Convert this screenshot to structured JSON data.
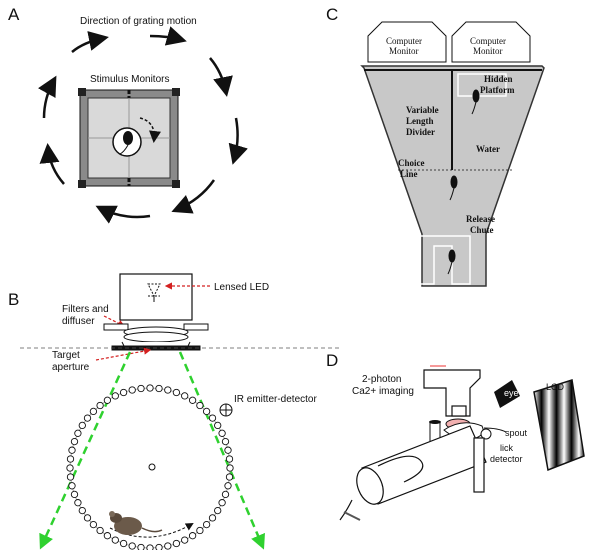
{
  "panels": {
    "a": {
      "letter": "A",
      "grating_label": "Direction of grating motion",
      "monitors_label": "Stimulus Monitors"
    },
    "b": {
      "letter": "B",
      "led_label": "Lensed LED",
      "filters_label_1": "Filters and",
      "filters_label_2": "diffuser",
      "aperture_label_1": "Target",
      "aperture_label_2": "aperture",
      "ir_label": "IR emitter-detector"
    },
    "c": {
      "letter": "C",
      "monitor_left_1": "Computer",
      "monitor_left_2": "Monitor",
      "monitor_right_1": "Computer",
      "monitor_right_2": "Monitor",
      "platform_1": "Hidden",
      "platform_2": "Platform",
      "divider_1": "Variable",
      "divider_2": "Length",
      "divider_3": "Divider",
      "water": "Water",
      "choice_1": "Choice",
      "choice_2": "Line",
      "release_1": "Release",
      "release_2": "Chute"
    },
    "d": {
      "letter": "D",
      "imaging_1": "2-photon",
      "imaging_2": "Ca2+ imaging",
      "eye": "eye",
      "lcd": "LCD",
      "spout": "spout",
      "lick_1": "lick",
      "lick_2": "detector"
    }
  },
  "colors": {
    "green_beam": "#2fd12f",
    "red_arrow": "#d42020",
    "pool_fill": "#c8c8c8",
    "ink": "#111111"
  }
}
